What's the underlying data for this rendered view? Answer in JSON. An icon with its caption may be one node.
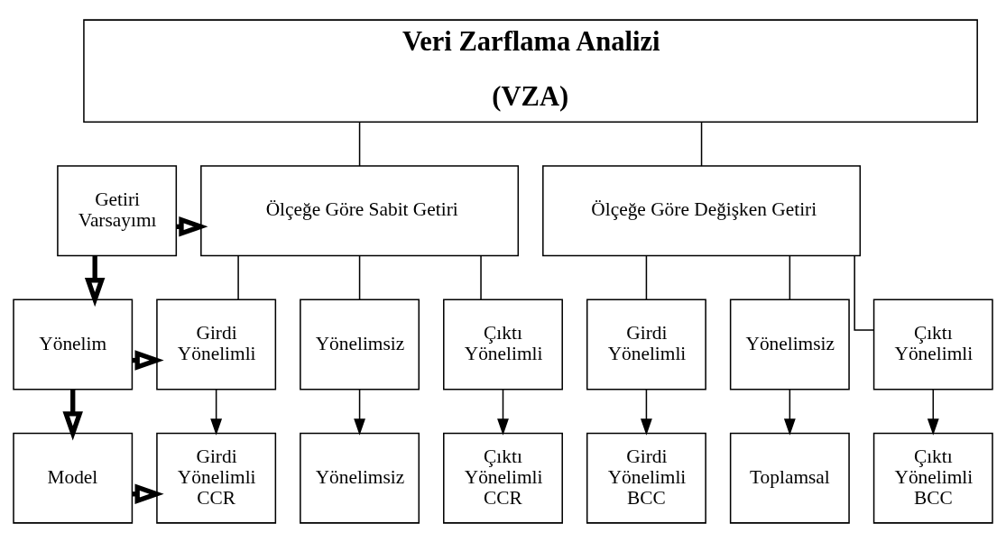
{
  "diagram": {
    "nodes": [
      {
        "text": [
          "Veri Zarflama Analizi",
          "(VZA)"
        ]
      },
      {
        "text": [
          "Getiri Varsayımı"
        ]
      },
      {
        "text": [
          "Ölçeğe Göre Sabit Getiri"
        ]
      },
      {
        "text": [
          "Ölçeğe Göre Değişken Getiri"
        ]
      },
      {
        "text": [
          "Yönelim"
        ]
      },
      {
        "text": [
          "Girdi Yönelimli"
        ]
      },
      {
        "text": [
          "Yönelimsiz"
        ]
      },
      {
        "text": [
          "Çıktı Yönelimli"
        ]
      },
      {
        "text": [
          "Girdi Yönelimli"
        ]
      },
      {
        "text": [
          "Yönelimsiz"
        ]
      },
      {
        "text": [
          "Çıktı Yönelimli"
        ]
      },
      {
        "text": [
          "Model"
        ]
      },
      {
        "text": [
          "Girdi Yönelimli CCR"
        ]
      },
      {
        "text": [
          "Yönelimsiz"
        ]
      },
      {
        "text": [
          "Çıktı Yönelimli CCR"
        ]
      },
      {
        "text": [
          "Girdi Yönelimli BCC"
        ]
      },
      {
        "text": [
          "Toplamsal"
        ]
      },
      {
        "text": [
          "Çıktı Yönelimli BCC"
        ]
      }
    ],
    "edges": [
      {
        "from": 0,
        "to": 2,
        "arrow": "none"
      },
      {
        "from": 0,
        "to": 3,
        "arrow": "none"
      },
      {
        "from": 1,
        "to": 2,
        "arrow": "to",
        "style": "thick"
      },
      {
        "from": 1,
        "to": 4,
        "arrow": "to",
        "style": "thick"
      },
      {
        "from": 2,
        "to": 5,
        "arrow": "none"
      },
      {
        "from": 2,
        "to": 6,
        "arrow": "none"
      },
      {
        "from": 2,
        "to": 7,
        "arrow": "none"
      },
      {
        "from": 3,
        "to": 8,
        "arrow": "none"
      },
      {
        "from": 3,
        "to": 9,
        "arrow": "none"
      },
      {
        "from": 3,
        "to": 10,
        "arrow": "none"
      },
      {
        "from": 4,
        "to": 5,
        "arrow": "to",
        "style": "thick"
      },
      {
        "from": 4,
        "to": 11,
        "arrow": "to",
        "style": "thick"
      },
      {
        "from": 11,
        "to": 12,
        "arrow": "to",
        "style": "thick"
      },
      {
        "from": 5,
        "to": 12,
        "arrow": "to"
      },
      {
        "from": 6,
        "to": 13,
        "arrow": "to"
      },
      {
        "from": 7,
        "to": 14,
        "arrow": "to"
      },
      {
        "from": 8,
        "to": 15,
        "arrow": "to"
      },
      {
        "from": 9,
        "to": 16,
        "arrow": "to"
      },
      {
        "from": 10,
        "to": 17,
        "arrow": "to"
      }
    ]
  }
}
